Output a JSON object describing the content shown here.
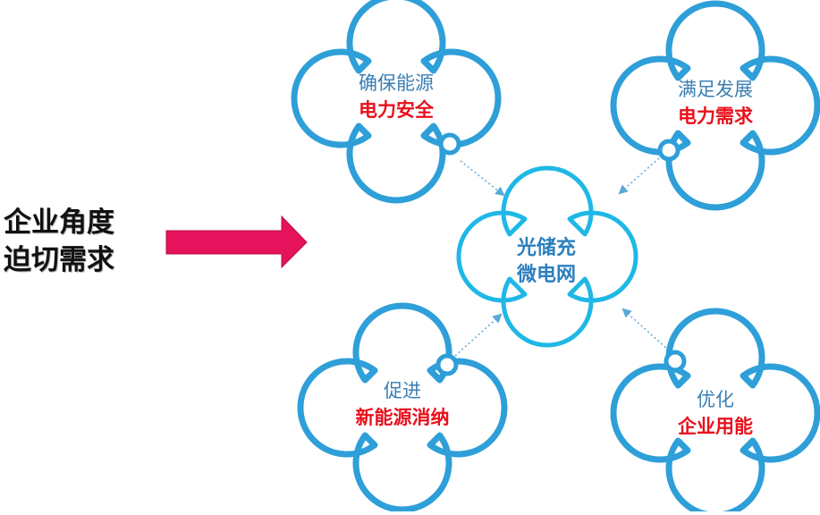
{
  "left_title": {
    "line1": "企业角度",
    "line2": "迫切需求"
  },
  "center": {
    "line1": "光储充",
    "line2": "微电网"
  },
  "nodes": [
    {
      "id": "top-left",
      "line1": "确保能源",
      "line2": "电力安全"
    },
    {
      "id": "top-right",
      "line1": "满足发展",
      "line2": "电力需求"
    },
    {
      "id": "bottom-left",
      "line1": "促进",
      "line2": "新能源消纳"
    },
    {
      "id": "bottom-right",
      "line1": "优化",
      "line2": "企业用能"
    }
  ],
  "colors": {
    "petal_outline": "#2e9fd8",
    "center_outline": "#1fb8e6",
    "arrow_fill": "#e5125c",
    "highlight_text": "#e8101c",
    "label_text": "#3a7fb3",
    "connector": "#5aa9d6"
  }
}
